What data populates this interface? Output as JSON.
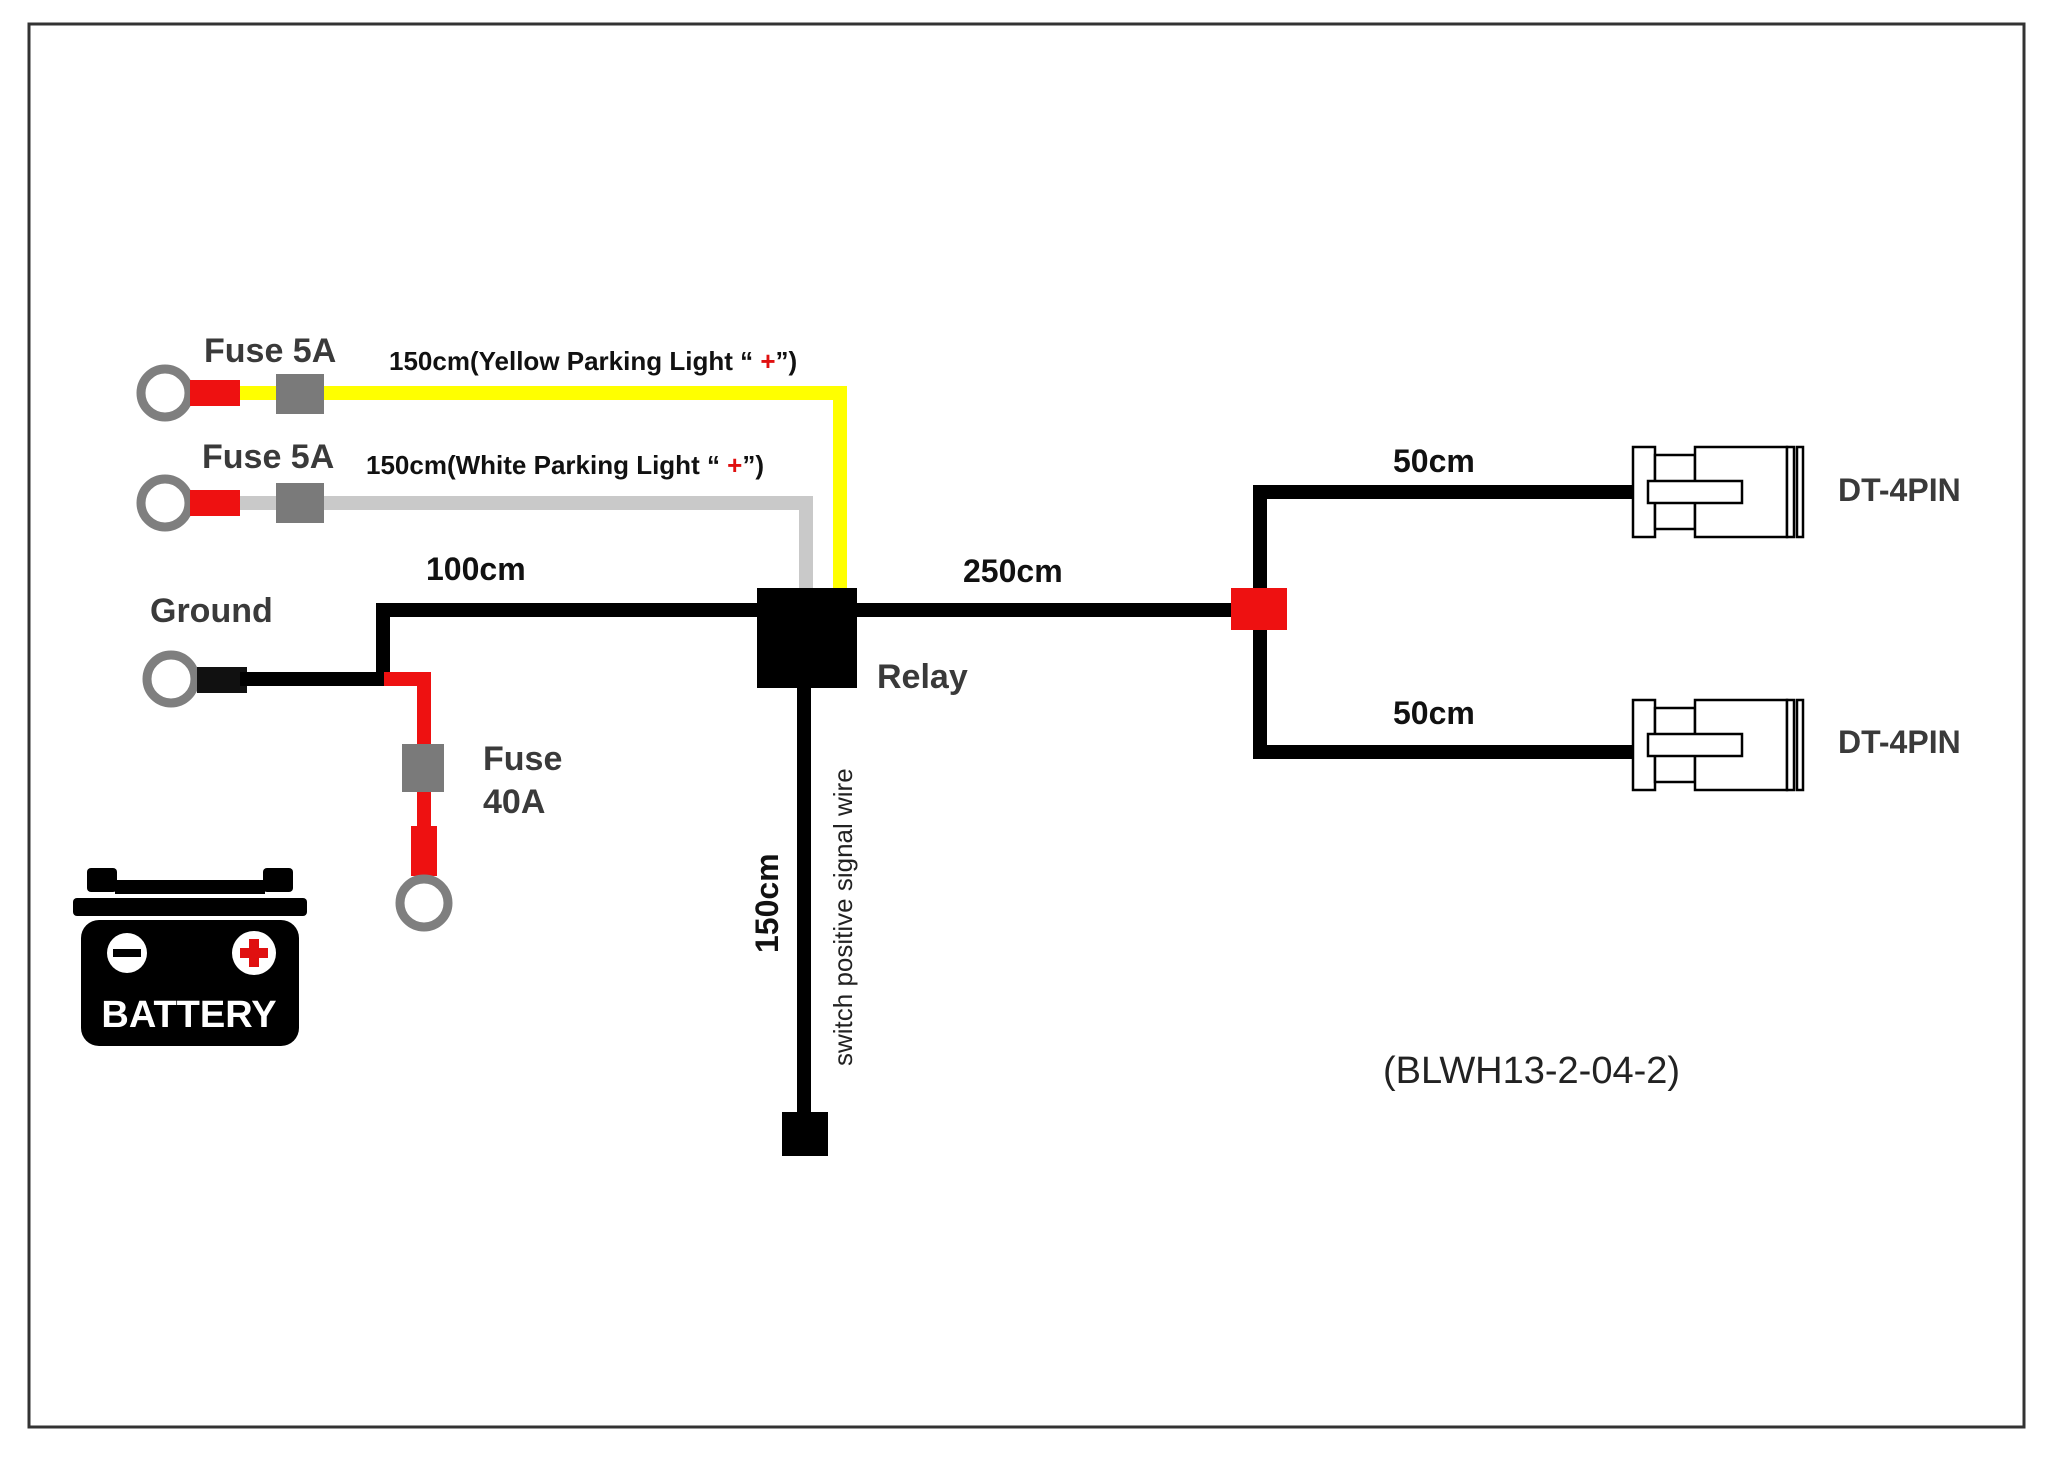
{
  "labels": {
    "fuse_yellow": "Fuse 5A",
    "fuse_white": "Fuse 5A",
    "yellow_wire_prefix": "150cm(Yellow Parking Light “ ",
    "yellow_wire_plus": "+",
    "yellow_wire_suffix": "”)",
    "white_wire_prefix": "150cm(White Parking Light “ ",
    "white_wire_plus": "+",
    "white_wire_suffix": "”)",
    "ground": "Ground",
    "wire_100": "100cm",
    "wire_250": "250cm",
    "relay": "Relay",
    "fuse_40_line1": "Fuse",
    "fuse_40_line2": "40A",
    "wire_150_vertical": "150cm",
    "switch_wire": "switch positive signal wire",
    "branch_top": "50cm",
    "branch_bottom": "50cm",
    "connector_top": "DT-4PIN",
    "connector_bottom": "DT-4PIN",
    "battery": "BATTERY",
    "part_number": "(BLWH13-2-04-2)"
  },
  "colors": {
    "wire_black": "#000000",
    "wire_red": "#ee1111",
    "wire_yellow": "#ffff00",
    "wire_white": "#c9c9c9",
    "fuse": "#7a7a7a",
    "ring": "#7f7f7f",
    "connector_stroke": "#000000"
  }
}
